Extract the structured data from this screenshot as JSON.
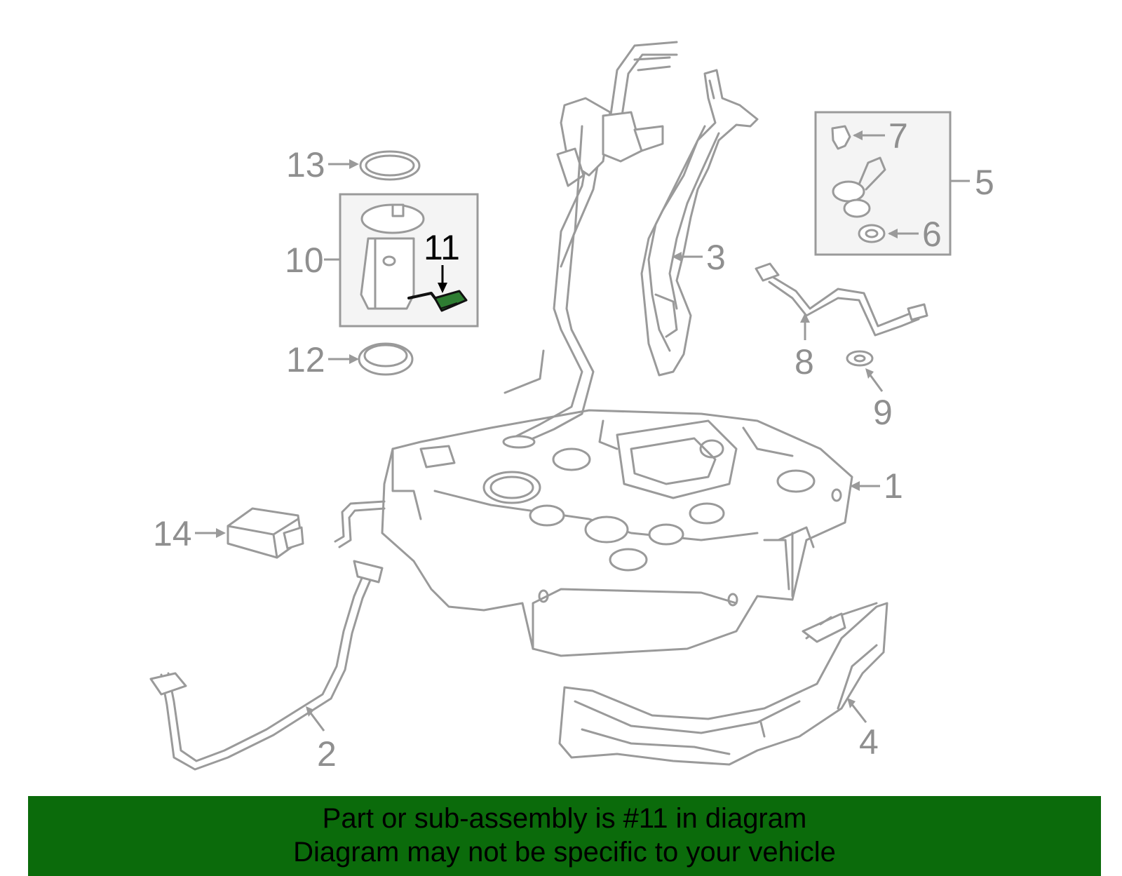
{
  "diagram": {
    "highlight_color": "#2e7d32",
    "highlighted_part": "11",
    "callouts": {
      "p1": "1",
      "p2": "2",
      "p3": "3",
      "p4": "4",
      "p5": "5",
      "p6": "6",
      "p7": "7",
      "p8": "8",
      "p9": "9",
      "p10": "10",
      "p11": "11",
      "p12": "12",
      "p13": "13",
      "p14": "14"
    }
  },
  "banner": {
    "line1": "Part or sub-assembly is #11 in diagram",
    "line2": "Diagram may not be specific to your vehicle",
    "background": "#0b6b0b"
  }
}
